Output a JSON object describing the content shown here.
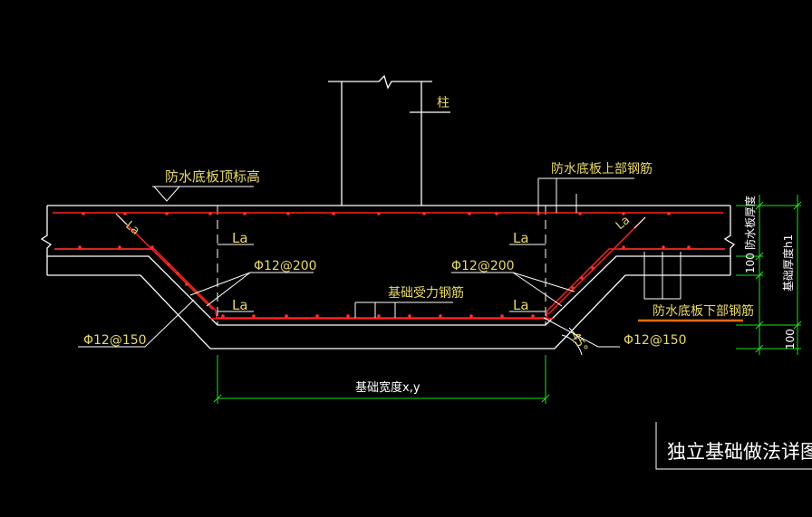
{
  "drawing": {
    "title": "独立基础做法详图",
    "labels": {
      "column": "柱",
      "top_elevation": "防水底板顶标高",
      "upper_rebar": "防水底板上部钢筋",
      "lower_rebar": "防水底板下部钢筋",
      "main_rebar": "基础受力钢筋",
      "base_width": "基础宽度x,y",
      "bar_200_left": "Φ12@200",
      "bar_200_right": "Φ12@200",
      "bar_150_left": "Φ12@150",
      "bar_150_right": "Φ12@150",
      "la_1": "La",
      "la_2": "La",
      "la_3": "La",
      "la_4": "La",
      "la_5": "La",
      "la_6": "La",
      "angle": "45°",
      "dim_100_upper": "100",
      "dim_100_lower": "100",
      "slab_thickness": "防水板厚度",
      "base_thickness": "基础厚度h1"
    },
    "colors": {
      "lines": "#ffffff",
      "rebar": "#ff2020",
      "text": "#e8d86a",
      "dimension": "#22dd22",
      "highlight": "#ff6a00"
    }
  }
}
